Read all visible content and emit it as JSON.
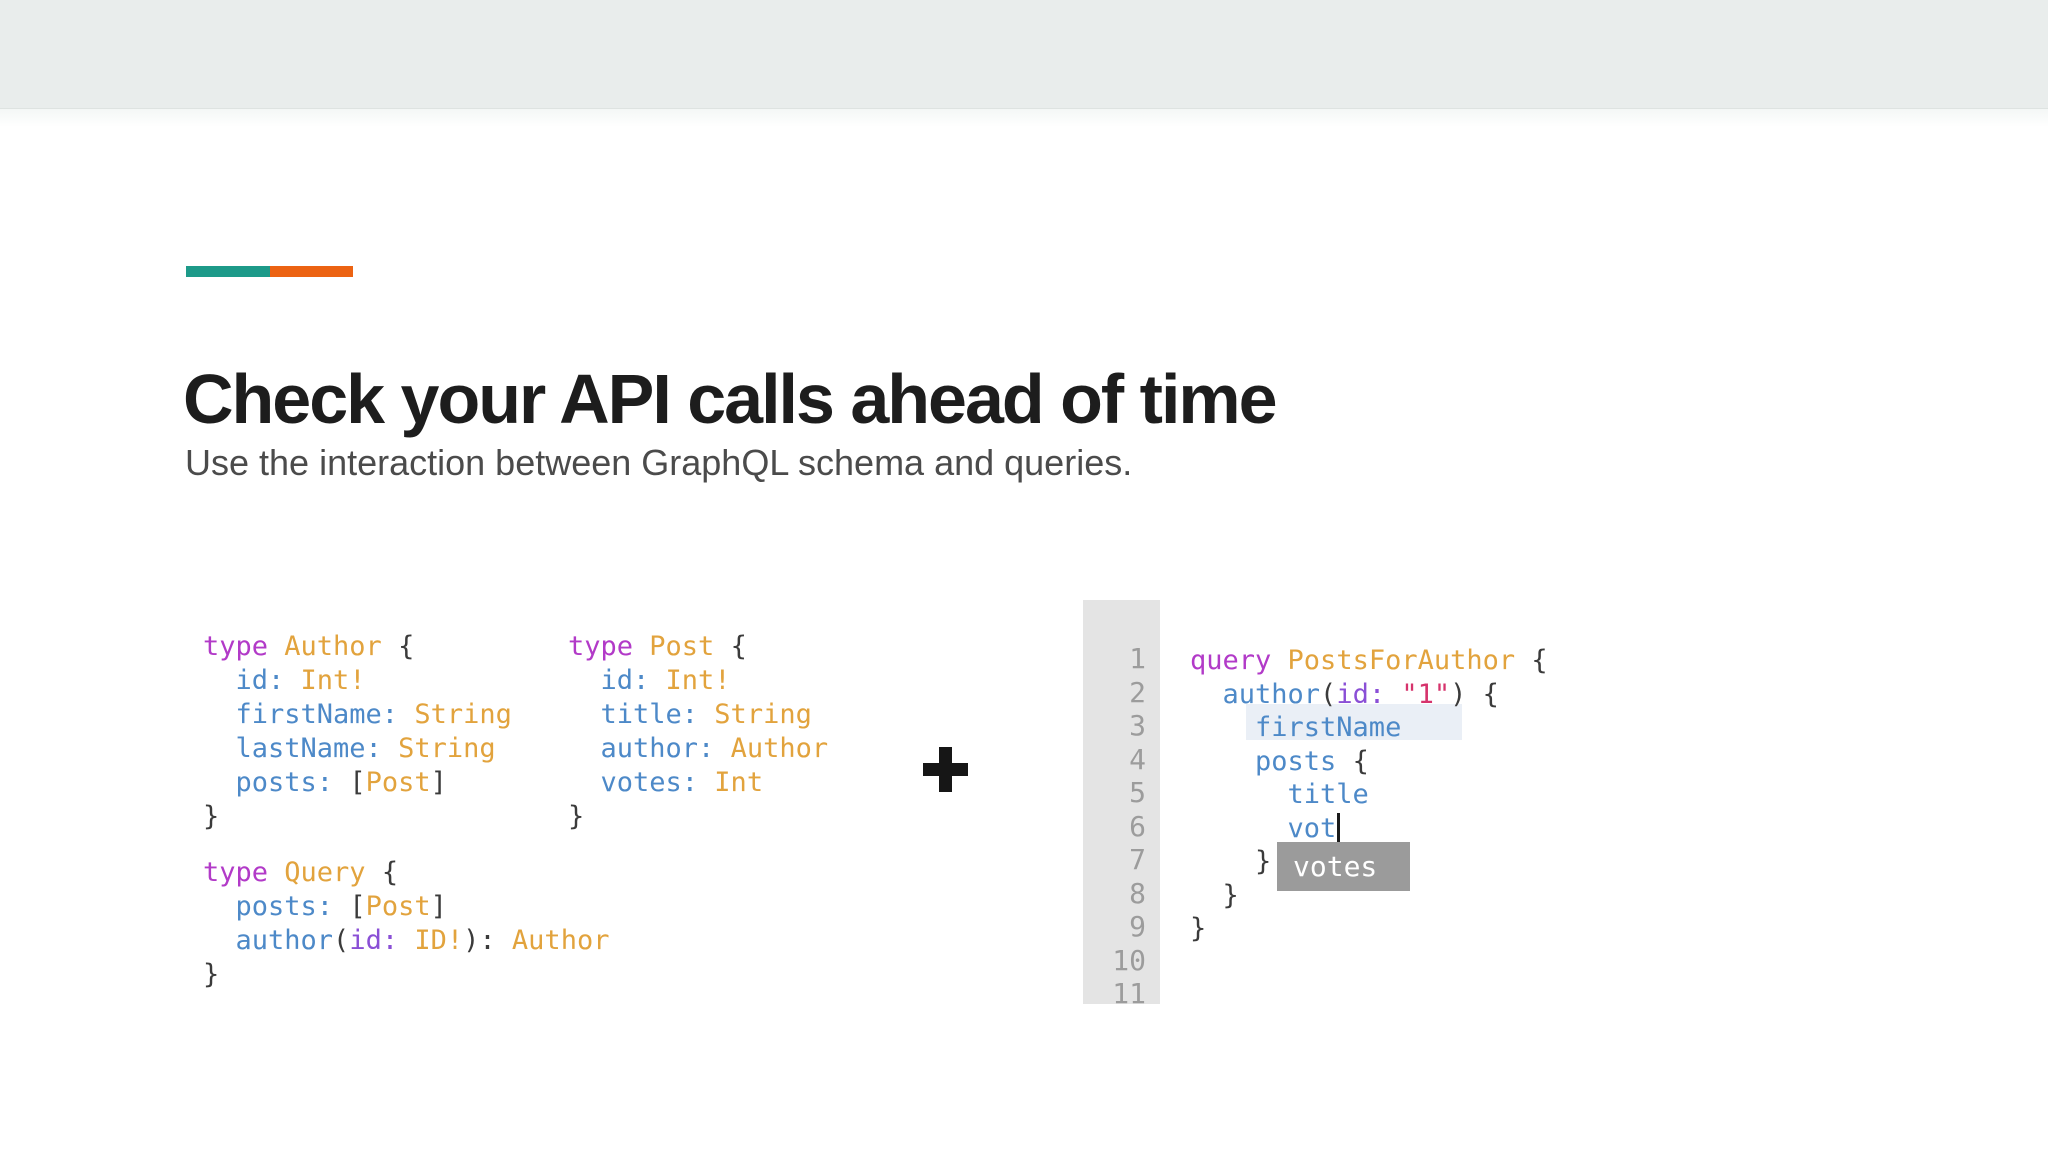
{
  "slide": {
    "title": "Check your API calls ahead of time",
    "subtitle": "Use the interaction between GraphQL schema and queries.",
    "plus_symbol": "+"
  },
  "colors": {
    "band_bg": "#e9edec",
    "accent_teal": "#1d9a89",
    "accent_orange": "#ec6312",
    "title_text": "#1d1d1d",
    "subtitle_text": "#4b4b4b",
    "gutter_bg": "#e4e4e4",
    "line_number_text": "#9c9c9c",
    "popup_bg": "#9b9b9b",
    "popup_text": "#ffffff",
    "syntax": {
      "kw": "#b23ac8",
      "type": "#e2a33d",
      "field": "#4d89c8",
      "param": "#8a4fd6",
      "str": "#d6336c",
      "punc": "#3b3b3b",
      "plain": "#3b3b3b"
    }
  },
  "schema": {
    "author": {
      "lines": [
        [
          [
            "type ",
            "kw"
          ],
          [
            "Author",
            "type"
          ],
          [
            " {",
            "punc"
          ]
        ],
        [
          [
            "  id:",
            "field"
          ],
          [
            " Int!",
            "type"
          ]
        ],
        [
          [
            "  firstName:",
            "field"
          ],
          [
            " String",
            "type"
          ]
        ],
        [
          [
            "  lastName:",
            "field"
          ],
          [
            " String",
            "type"
          ]
        ],
        [
          [
            "  posts:",
            "field"
          ],
          [
            " ",
            "plain"
          ],
          [
            "[",
            "punc"
          ],
          [
            "Post",
            "type"
          ],
          [
            "]",
            "punc"
          ]
        ],
        [
          [
            "}",
            "punc"
          ]
        ]
      ]
    },
    "post": {
      "lines": [
        [
          [
            "type ",
            "kw"
          ],
          [
            "Post",
            "type"
          ],
          [
            " {",
            "punc"
          ]
        ],
        [
          [
            "  id:",
            "field"
          ],
          [
            " Int!",
            "type"
          ]
        ],
        [
          [
            "  title:",
            "field"
          ],
          [
            " String",
            "type"
          ]
        ],
        [
          [
            "  author:",
            "field"
          ],
          [
            " Author",
            "type"
          ]
        ],
        [
          [
            "  votes:",
            "field"
          ],
          [
            " Int",
            "type"
          ]
        ],
        [
          [
            "}",
            "punc"
          ]
        ]
      ]
    },
    "query_type": {
      "lines": [
        [
          [
            "type ",
            "kw"
          ],
          [
            "Query",
            "type"
          ],
          [
            " {",
            "punc"
          ]
        ],
        [
          [
            "  posts:",
            "field"
          ],
          [
            " ",
            "plain"
          ],
          [
            "[",
            "punc"
          ],
          [
            "Post",
            "type"
          ],
          [
            "]",
            "punc"
          ]
        ],
        [
          [
            "  author",
            "field"
          ],
          [
            "(",
            "punc"
          ],
          [
            "id:",
            "param"
          ],
          [
            " ",
            "plain"
          ],
          [
            "ID!",
            "type"
          ],
          [
            "):",
            "punc"
          ],
          [
            " ",
            "plain"
          ],
          [
            "Author",
            "type"
          ]
        ],
        [
          [
            "}",
            "punc"
          ]
        ]
      ]
    }
  },
  "editor": {
    "line_numbers": [
      "1",
      "2",
      "3",
      "4",
      "5",
      "6",
      "7",
      "8",
      "9",
      "10",
      "11"
    ],
    "code_lines": [
      [
        [
          "query ",
          "kw"
        ],
        [
          "PostsForAuthor",
          "type"
        ],
        [
          " {",
          "punc"
        ]
      ],
      [
        [
          "  author",
          "field"
        ],
        [
          "(",
          "punc"
        ],
        [
          "id:",
          "param"
        ],
        [
          " ",
          "plain"
        ],
        [
          "\"1\"",
          "str"
        ],
        [
          ")",
          "punc"
        ],
        [
          " {",
          "punc"
        ]
      ],
      [
        [
          "    firstName",
          "field"
        ]
      ],
      [
        [
          "    posts ",
          "field"
        ],
        [
          "{",
          "punc"
        ]
      ],
      [
        [
          "      title",
          "field"
        ]
      ],
      [
        [
          "      vot",
          "field"
        ]
      ],
      [
        [
          "    }",
          "punc"
        ]
      ],
      [
        [
          "  }",
          "punc"
        ]
      ],
      [
        [
          "}",
          "punc"
        ]
      ],
      [],
      []
    ],
    "cursor_after_line": 6,
    "autocomplete_label": "votes"
  }
}
